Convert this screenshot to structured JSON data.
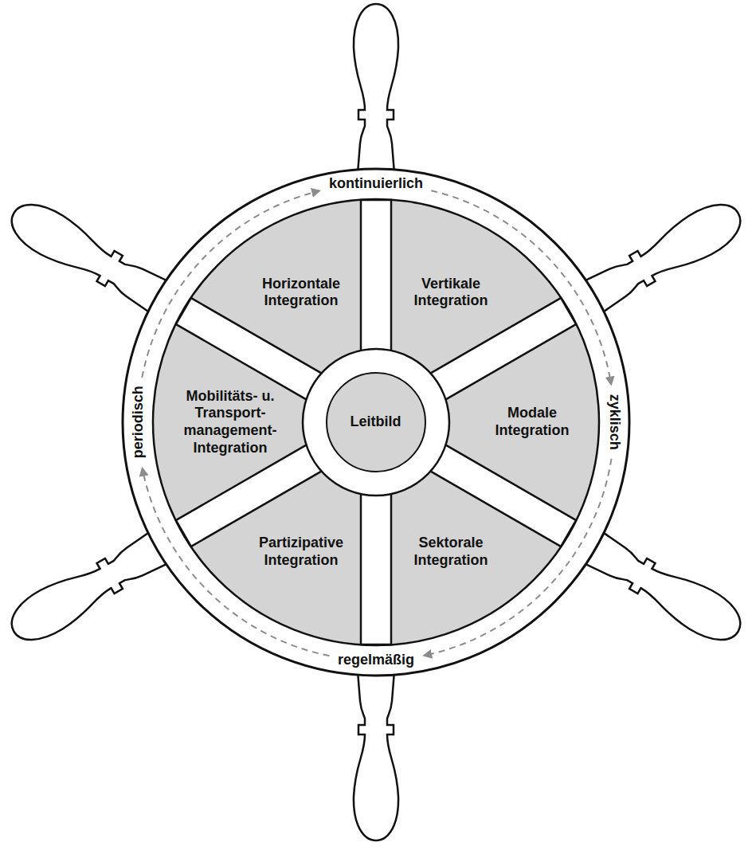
{
  "diagram": {
    "nodes": [
      {
        "text": [
          "Horizontale Integration"
        ]
      },
      {
        "text": [
          "Vertikale Integration"
        ]
      },
      {
        "text": [
          "Mobilitäts- u. Transport- management- Integration"
        ]
      },
      {
        "text": [
          "Leitbild"
        ]
      },
      {
        "text": [
          "Modale Integration"
        ]
      },
      {
        "text": [
          "Partizipative Integration"
        ]
      },
      {
        "text": [
          "Sektorale Integration"
        ]
      }
    ],
    "labels": [
      "kontinuierlich",
      "periodisch",
      "zyklisch",
      "regelmäßig"
    ]
  }
}
